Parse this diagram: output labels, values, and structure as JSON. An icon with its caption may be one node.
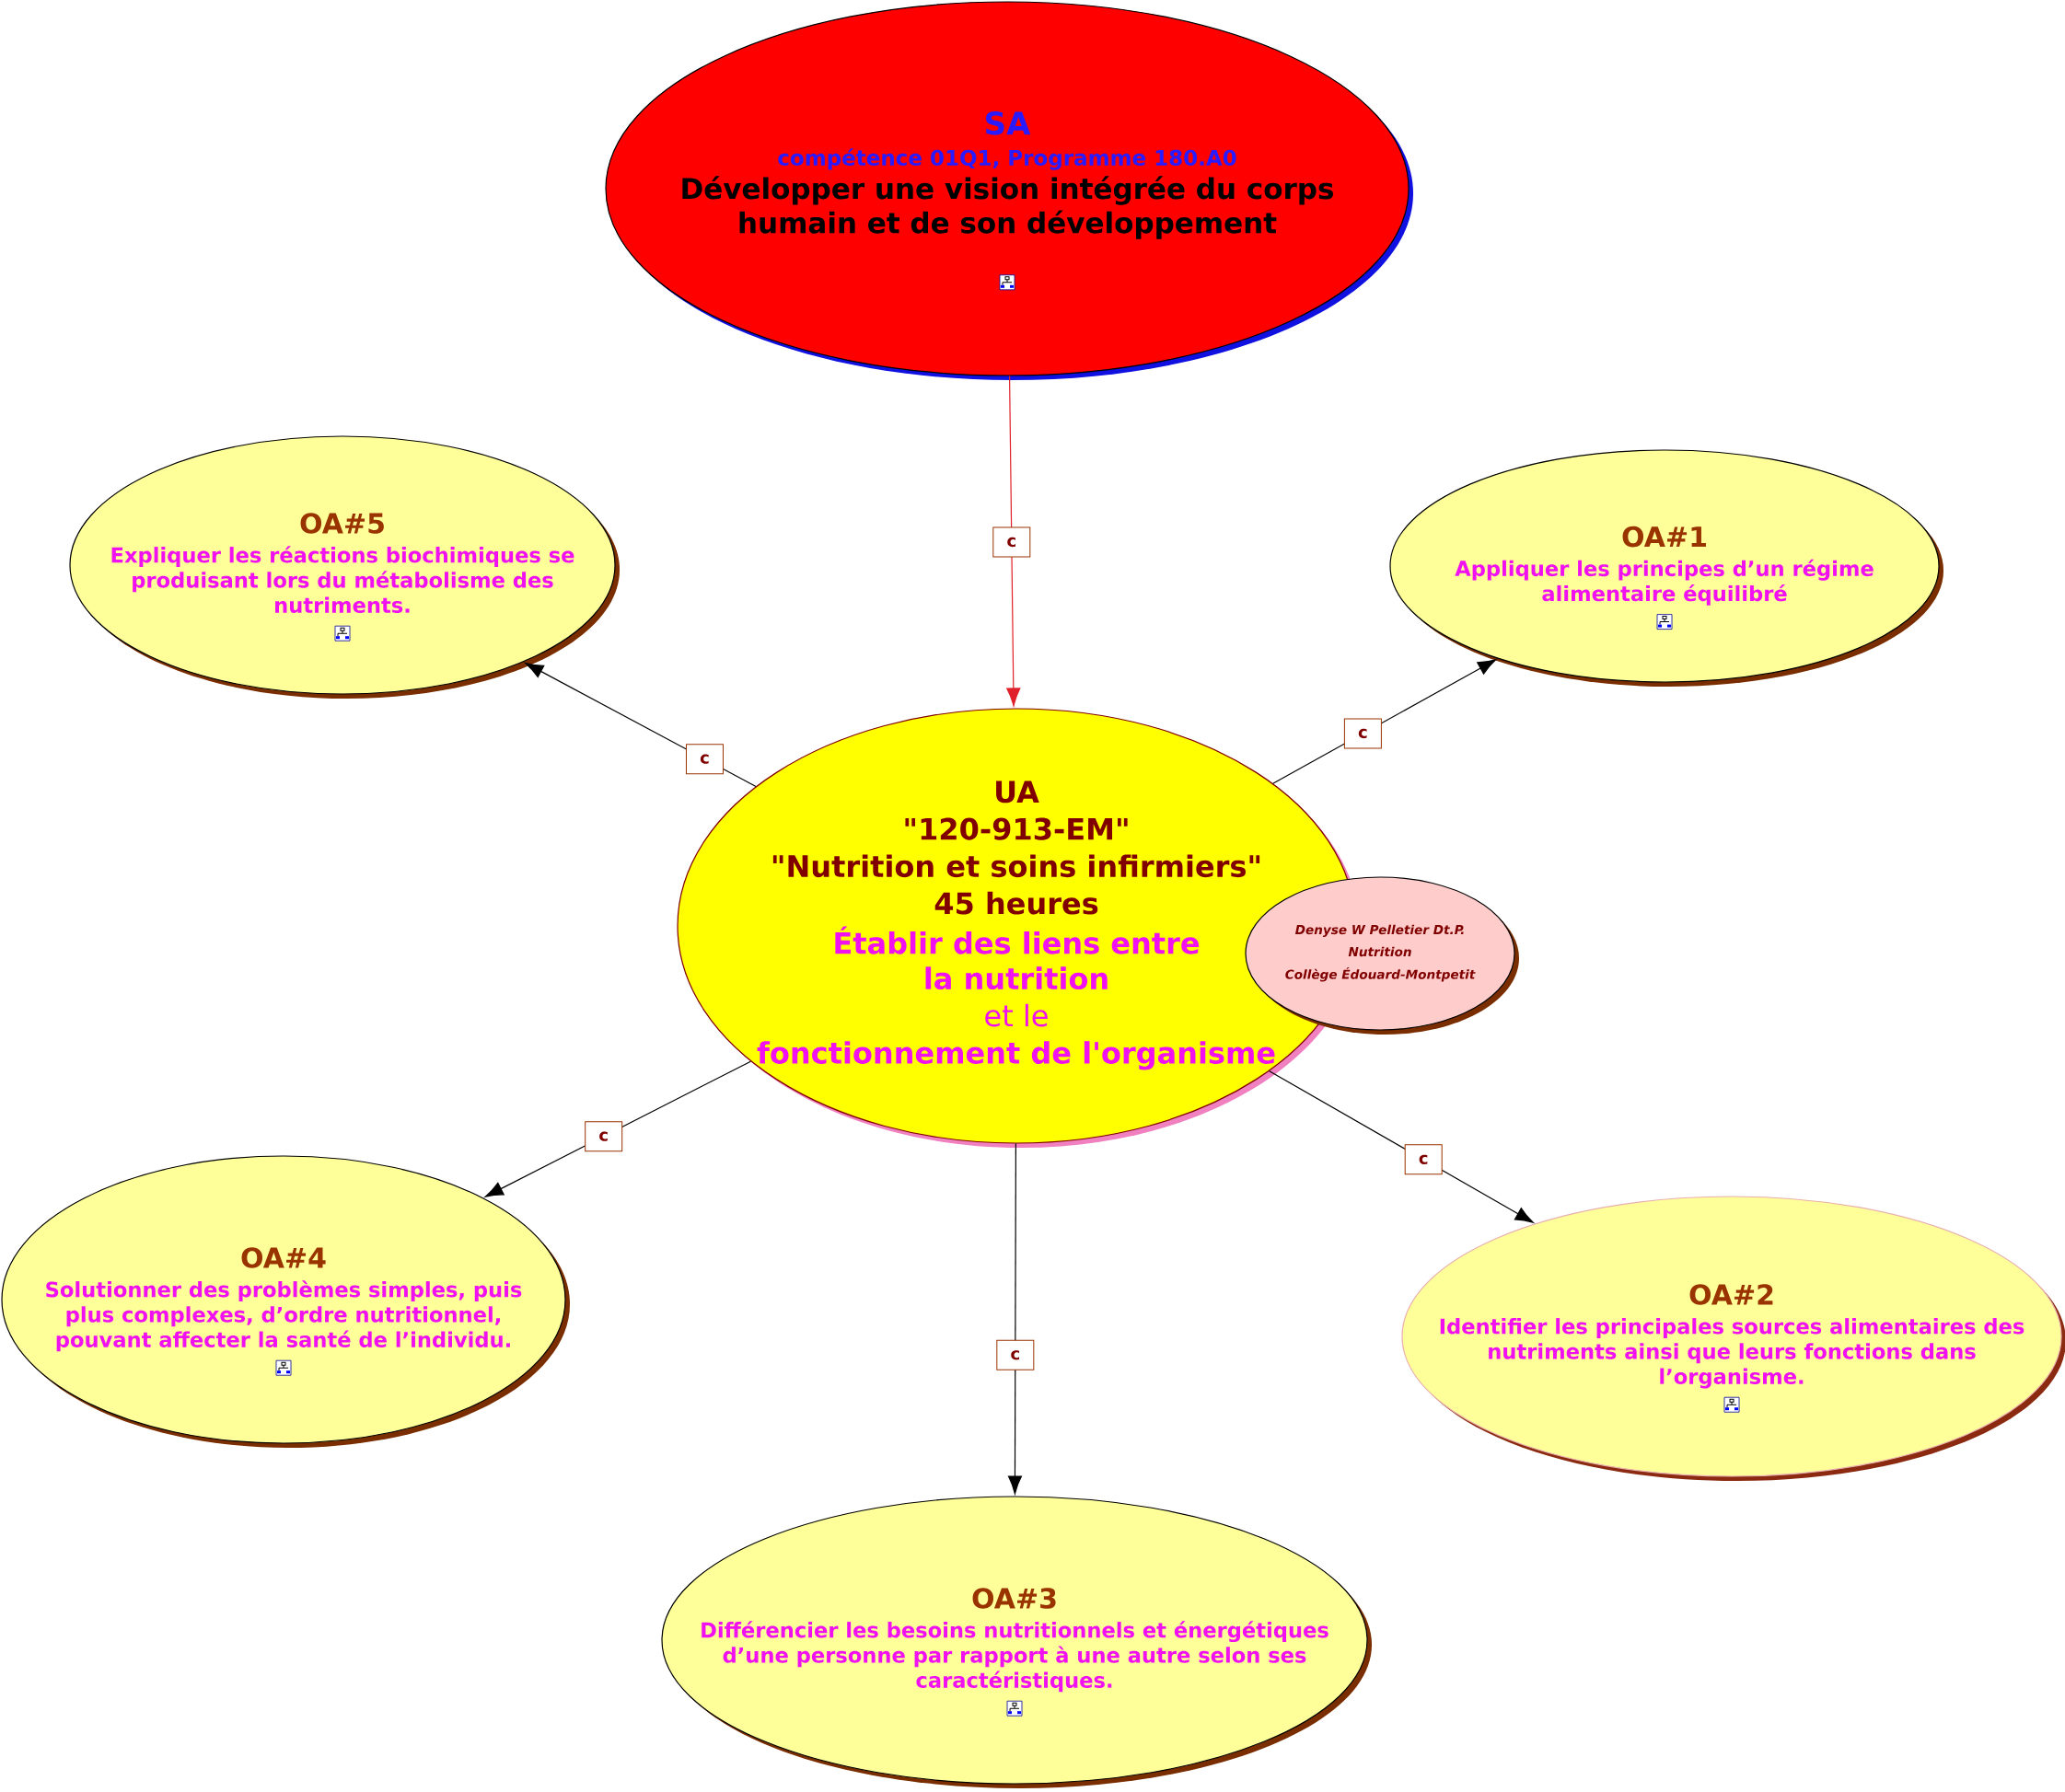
{
  "diagram": {
    "nodes": [
      {
        "text": [
          "SA",
          "compétence 01Q1, Programme 180.A0",
          "Développer une vision intégrée du corps humain et de son développement"
        ]
      },
      {
        "text": [
          "OA#5",
          "Expliquer les réactions biochimiques se produisant lors du métabolisme des nutriments."
        ]
      },
      {
        "text": [
          "UA",
          "\"120-913-EM\"",
          "\"Nutrition et soins infirmiers\"",
          "45 heures",
          "Établir des liens entre la nutrition",
          "et le",
          "fonctionnement de l'organisme"
        ]
      },
      {
        "text": [
          "OA#1",
          "Appliquer les principes d’un régime alimentaire équilibré"
        ]
      },
      {
        "text": [
          "Denyse W Pelletier Dt.P.",
          "Nutrition",
          "Collège Édouard-Montpetit"
        ]
      },
      {
        "text": [
          "OA#4",
          "Solutionner des problèmes simples, puis plus complexes, d’ordre nutritionnel, pouvant affecter la santé de l’individu."
        ]
      },
      {
        "text": [
          "OA#2",
          "Identifier les principales sources alimentaires des nutriments ainsi que leurs fonctions dans l’organisme."
        ]
      },
      {
        "text": [
          "OA#3",
          "Différencier les besoins nutritionnels et énergétiques d’une personne par rapport à une autre selon ses caractéristiques."
        ]
      }
    ],
    "edges": [
      {
        "from": 0,
        "to": 2,
        "arrow": "to",
        "label": "c",
        "color": "#e0202a"
      },
      {
        "from": 2,
        "to": 1,
        "arrow": "to",
        "label": "c"
      },
      {
        "from": 2,
        "to": 3,
        "arrow": "to",
        "label": "c"
      },
      {
        "from": 2,
        "to": 5,
        "arrow": "to",
        "label": "c"
      },
      {
        "from": 2,
        "to": 7,
        "arrow": "to",
        "label": "c"
      },
      {
        "from": 2,
        "to": 6,
        "arrow": "to",
        "label": "c"
      }
    ]
  }
}
